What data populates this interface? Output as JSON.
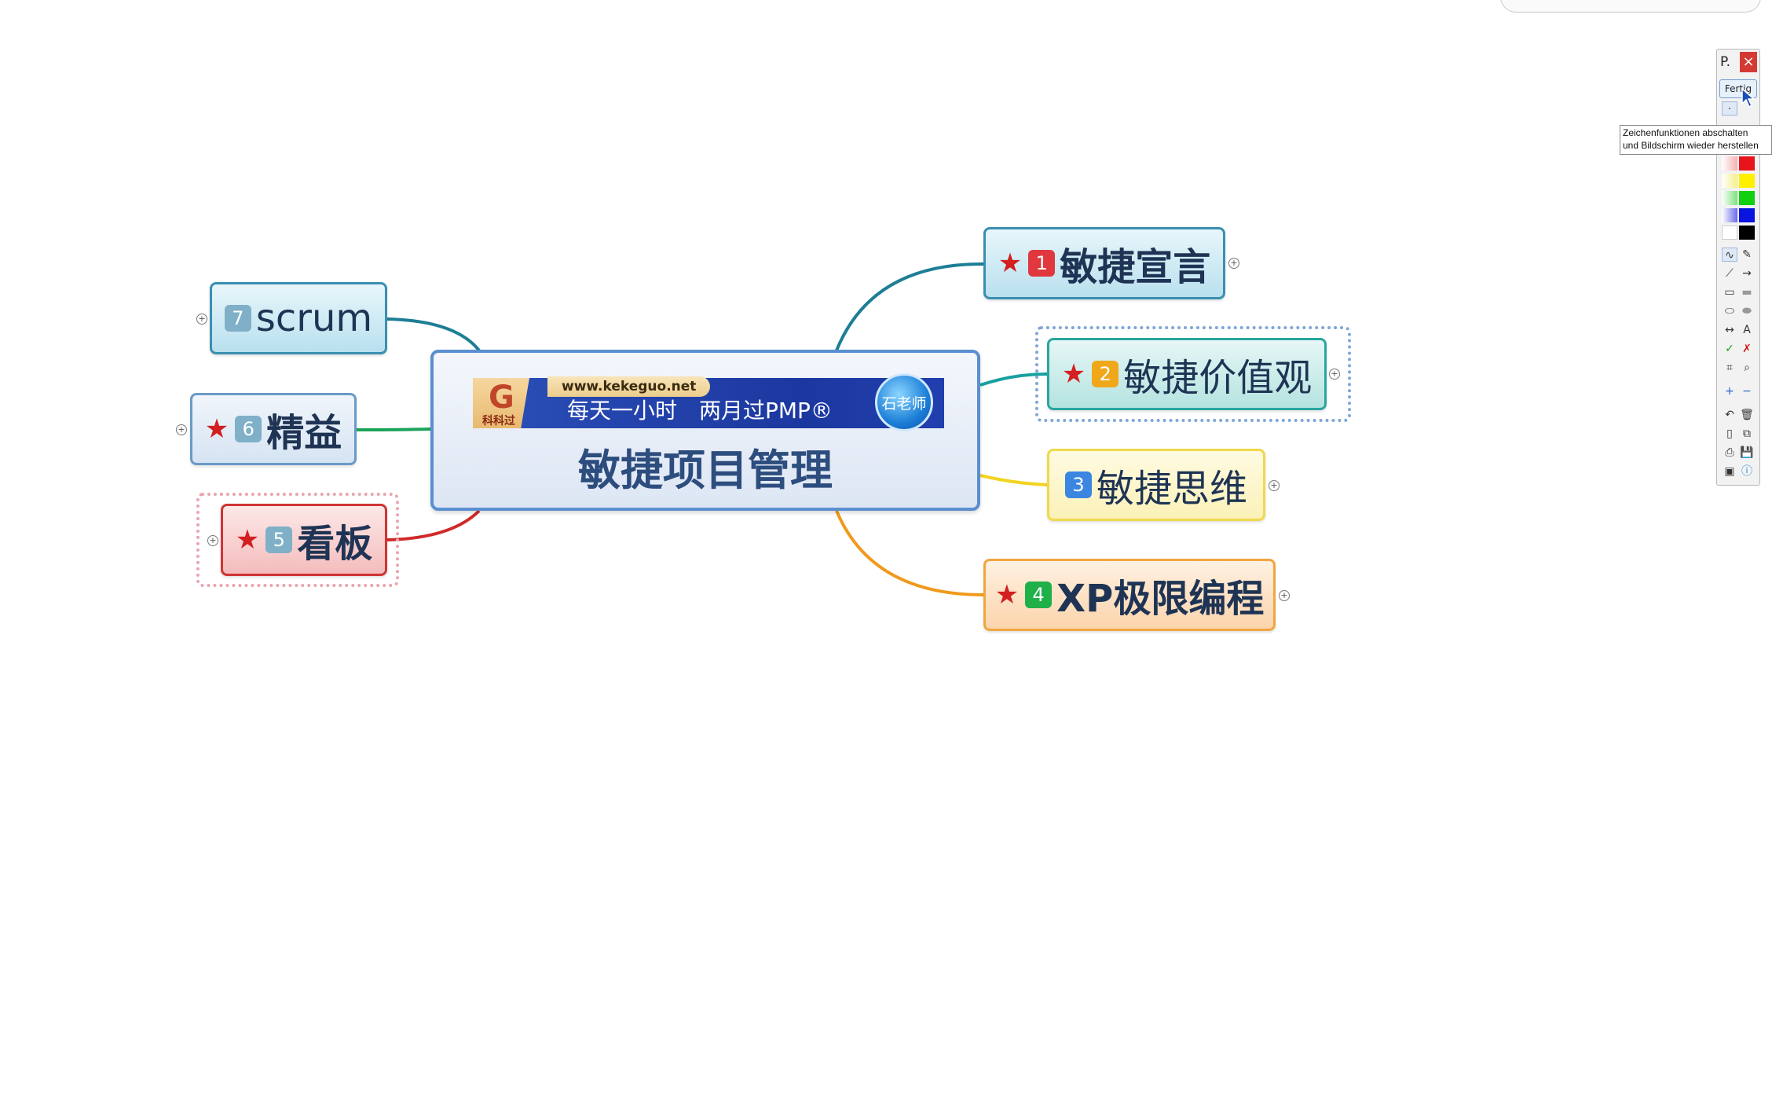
{
  "central": {
    "banner_url": "www.kekeguo.net",
    "banner_logo_text": "科科过",
    "banner_slogan": "每天一小时　两月过PMP®",
    "banner_badge": "石老师",
    "title": "敏捷项目管理"
  },
  "topics": [
    {
      "id": "t1",
      "number": "1",
      "label": "敏捷宣言",
      "starred": true,
      "badge_color": "#e0383e"
    },
    {
      "id": "t2",
      "number": "2",
      "label": "敏捷价值观",
      "starred": true,
      "badge_color": "#f0a81a"
    },
    {
      "id": "t3",
      "number": "3",
      "label": "敏捷思维",
      "starred": false,
      "badge_color": "#3a86e0"
    },
    {
      "id": "t4",
      "number": "4",
      "label": "XP极限编程",
      "starred": true,
      "badge_color": "#1fb04a"
    },
    {
      "id": "t5",
      "number": "5",
      "label": "看板",
      "starred": true,
      "badge_color": "#7fb0c8"
    },
    {
      "id": "t6",
      "number": "6",
      "label": "精益",
      "starred": true,
      "badge_color": "#7fb0c8"
    },
    {
      "id": "t7",
      "number": "7",
      "label": "scrum",
      "starred": false,
      "badge_color": "#7fb0c8"
    }
  ],
  "branch_colors": {
    "t1": "#1d7e96",
    "t2": "#18a0a0",
    "t3": "#f2d320",
    "t4": "#f0991c",
    "t5": "#d02a2a",
    "t6": "#1ca35a",
    "t7": "#1d7e96"
  },
  "palette": {
    "title": "P.",
    "close": "×",
    "done_button": "Fertig",
    "tooltip_line1": "Zeichenfunktionen abschalten",
    "tooltip_line2": "und Bildschirm wieder herstellen"
  }
}
